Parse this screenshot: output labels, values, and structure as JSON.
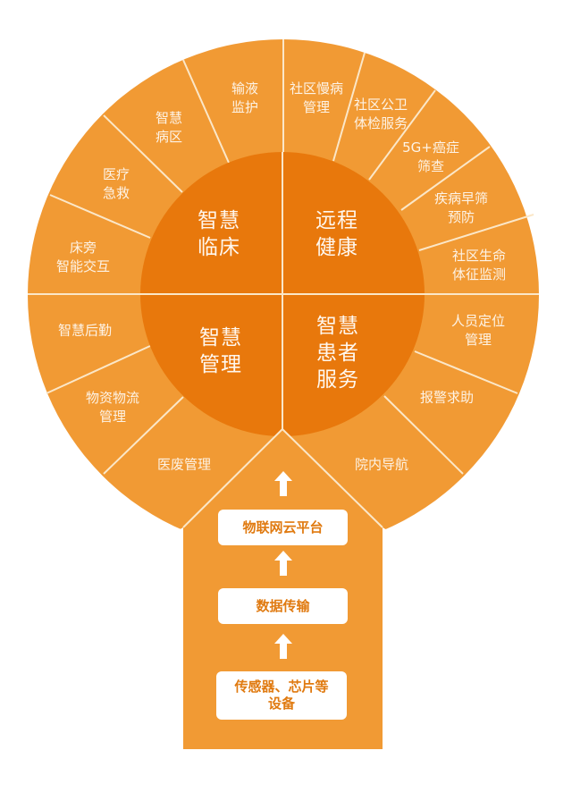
{
  "colors": {
    "outer_ring": "#f19a34",
    "inner_circle": "#e8780c",
    "divider": "#fbe7c8",
    "box_bg": "#ffffff",
    "box_text": "#e07a10",
    "label_text": "#fdf3e6"
  },
  "core": {
    "top_left": "智慧\n临床",
    "top_right": "远程\n健康",
    "bottom_left": "智慧\n管理",
    "bottom_right": "智慧\n患者\n服务"
  },
  "segments": {
    "smart_clinical": [
      "床旁\n智能交互",
      "医疗\n急救",
      "智慧\n病区",
      "输液\n监护"
    ],
    "remote_health": [
      "社区慢病\n管理",
      "社区公卫\n体检服务",
      "5G+癌症\n筛查",
      "疾病早筛\n预防",
      "社区生命\n体征监测"
    ],
    "smart_patient_service": [
      "人员定位\n管理",
      "报警求助",
      "院内导航"
    ],
    "smart_management": [
      "智慧后勤",
      "物资物流\n管理",
      "医废管理"
    ]
  },
  "stack": {
    "items": [
      "物联网云平台",
      "数据传输",
      "传感器、芯片等\n设备"
    ],
    "arrow_icon": "up-arrow-icon"
  }
}
